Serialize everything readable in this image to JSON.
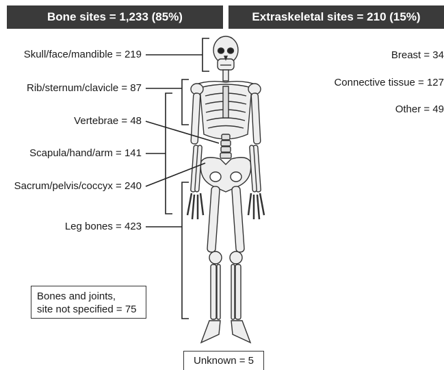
{
  "headers": {
    "bone_sites": "Bone sites = 1,233 (85%)",
    "extraskeletal_sites": "Extraskeletal sites = 210 (15%)"
  },
  "bone_labels": {
    "skull": "Skull/face/mandible = 219",
    "rib": "Rib/sternum/clavicle = 87",
    "vertebrae": "Vertebrae = 48",
    "scapula": "Scapula/hand/arm = 141",
    "sacrum": "Sacrum/pelvis/coccyx = 240",
    "leg": "Leg bones = 423"
  },
  "extraskeletal_labels": {
    "breast": "Breast = 34",
    "connective": "Connective tissue = 127",
    "other": "Other = 49"
  },
  "note": {
    "line1": "Bones and joints,",
    "line2": "site not specified = 75"
  },
  "unknown": "Unknown = 5",
  "colors": {
    "header_bg": "#3a3a3a",
    "header_text": "#ffffff",
    "line": "#222222",
    "bone": "#eeeeee"
  }
}
